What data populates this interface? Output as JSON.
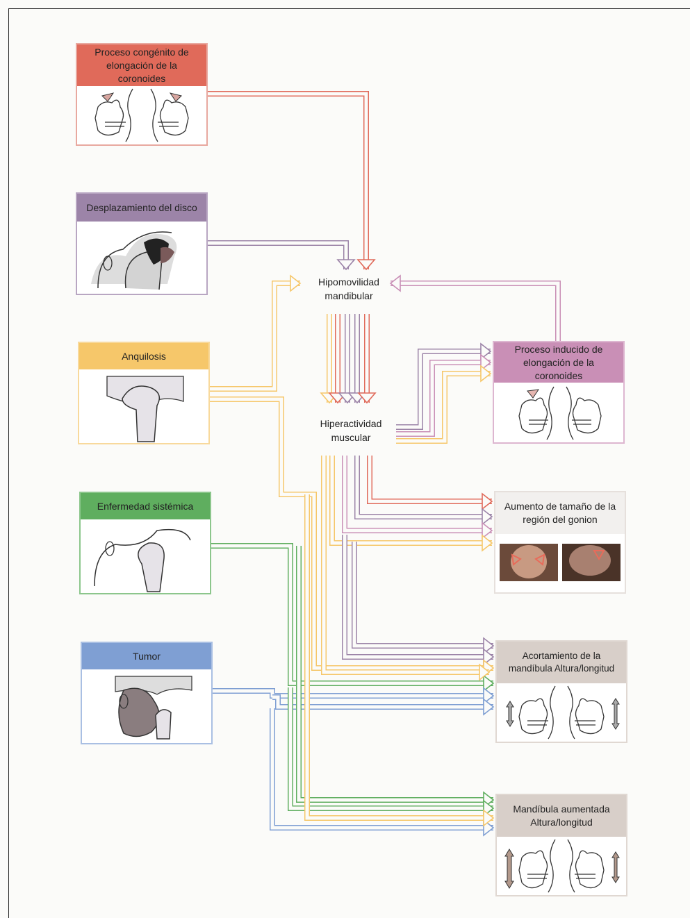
{
  "causes": {
    "congenito": "Proceso congénito de elongación de la coronoides",
    "disco": "Desplazamiento del disco",
    "anquilosis": "Anquilosis",
    "sistemica": "Enfermedad sistémica",
    "tumor": "Tumor"
  },
  "center": {
    "hipomovilidad": "Hipomovilidad mandibular",
    "hiperactividad": "Hiperactividad muscular"
  },
  "effects": {
    "inducido": "Proceso inducido de elongación de la coronoides",
    "gonion": "Aumento de tamaño de la región del gonion",
    "acortamiento": "Acortamiento de la mandíbula Altura/longitud",
    "aumentada": "Mandíbula aumentada Altura/longitud"
  },
  "colors": {
    "congenito": "#e06a5a",
    "disco": "#9c84a8",
    "anquilosis": "#f6c76a",
    "sistemica": "#5fae5f",
    "tumor": "#7f9fd3",
    "inducido": "#c98fb6",
    "effect_head": "#d8cfc9"
  }
}
